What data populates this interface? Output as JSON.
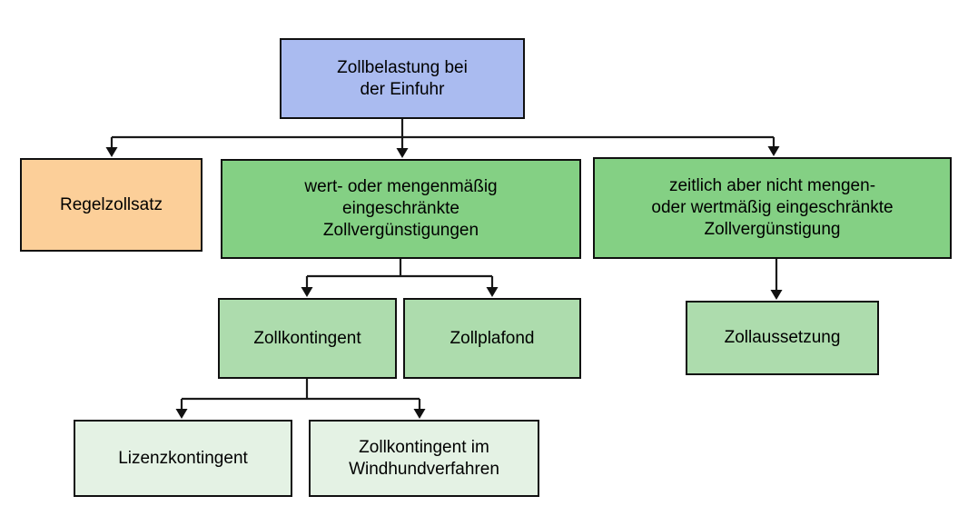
{
  "diagram": {
    "title": "Zollbelastung bei der Einfuhr",
    "nodes": {
      "root": {
        "label": "Zollbelastung bei\nder Einfuhr"
      },
      "regelzollsatz": {
        "label": "Regelzollsatz"
      },
      "wert_mengen": {
        "label": "wert- oder mengenmäßig\neingeschränkte\nZollvergünstigungen"
      },
      "zeitlich": {
        "label": "zeitlich aber nicht mengen-\noder wertmäßig eingeschränkte\nZollvergünstigung"
      },
      "zollkontingent": {
        "label": "Zollkontingent"
      },
      "zollplafond": {
        "label": "Zollplafond"
      },
      "zollaussetzung": {
        "label": "Zollaussetzung"
      },
      "lizenzkontingent": {
        "label": "Lizenzkontingent"
      },
      "windhund": {
        "label": "Zollkontingent im\nWindhundverfahren"
      }
    },
    "edges": [
      {
        "from": "root",
        "to": "regelzollsatz"
      },
      {
        "from": "root",
        "to": "wert_mengen"
      },
      {
        "from": "root",
        "to": "zeitlich"
      },
      {
        "from": "wert_mengen",
        "to": "zollkontingent"
      },
      {
        "from": "wert_mengen",
        "to": "zollplafond"
      },
      {
        "from": "zeitlich",
        "to": "zollaussetzung"
      },
      {
        "from": "zollkontingent",
        "to": "lizenzkontingent"
      },
      {
        "from": "zollkontingent",
        "to": "windhund"
      }
    ],
    "colors": {
      "root_fill": "#aabbf0",
      "regelzollsatz_fill": "#fccf99",
      "level2_fill": "#84d084",
      "level3_fill": "#addcad",
      "level4_fill": "#e4f2e4",
      "border": "#101010",
      "line": "#1a1a1a",
      "background": "#ffffff",
      "text": "#000000"
    }
  }
}
